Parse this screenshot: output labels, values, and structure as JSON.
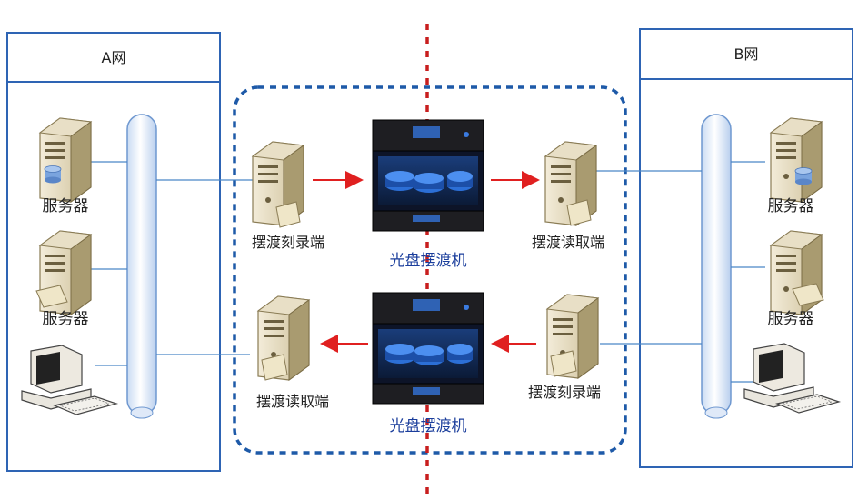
{
  "networks": {
    "a": {
      "title": "A网"
    },
    "b": {
      "title": "B网"
    }
  },
  "labels": {
    "a_server_1": "服务器",
    "a_server_2": "服务器",
    "b_server_1": "服务器",
    "b_server_2": "服务器",
    "burn_top": "摆渡刻录端",
    "read_top": "摆渡读取端",
    "read_bottom": "摆渡读取端",
    "burn_bottom": "摆渡刻录端",
    "ferry_top": "光盘摆渡机",
    "ferry_bottom": "光盘摆渡机"
  },
  "colors": {
    "frame": "#2e64b4",
    "dashed_zone": "#1e5aa8",
    "divider": "#c81e1e",
    "arrow": "#e02020",
    "ferry_label": "#1b3e9c",
    "line": "#4a86c8"
  }
}
